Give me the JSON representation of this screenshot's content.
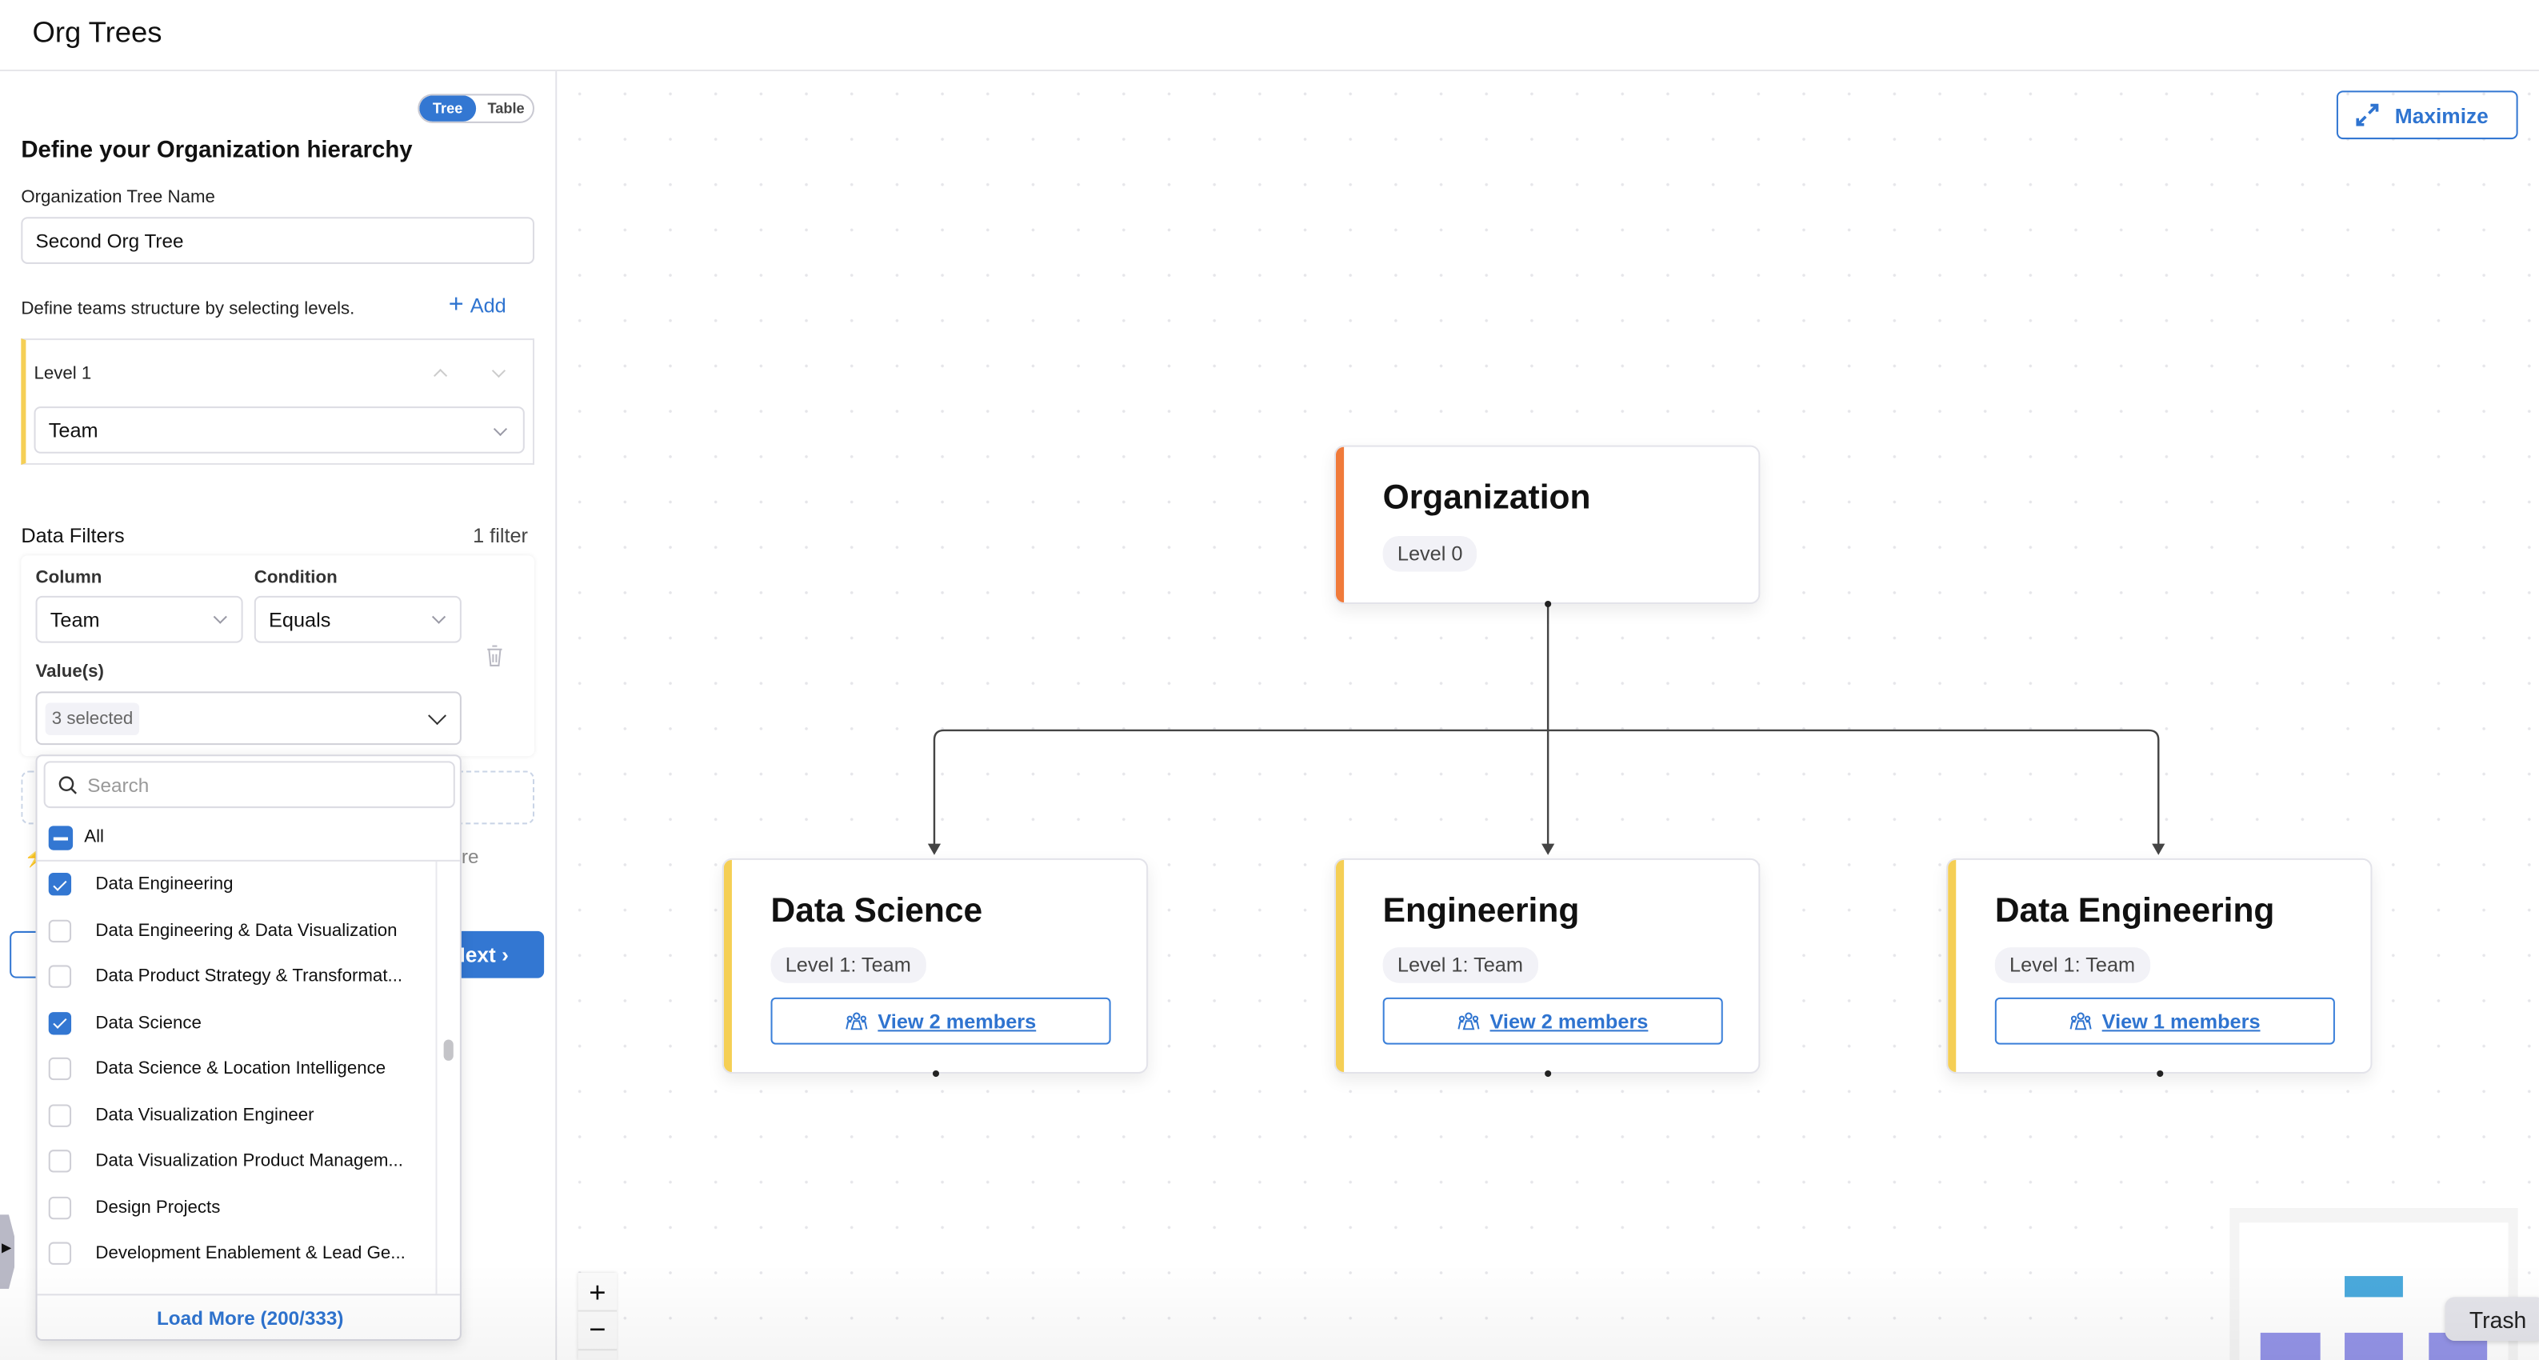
{
  "header": {
    "title": "Org Trees"
  },
  "panel": {
    "view_toggle": {
      "options": [
        "Tree",
        "Table"
      ],
      "selected": "Tree"
    },
    "heading": "Define your Organization hierarchy",
    "tree_name_label": "Organization Tree Name",
    "tree_name_value": "Second Org Tree",
    "levels_hint": "Define teams structure by selecting levels.",
    "add_label": "Add",
    "levels": [
      {
        "label": "Level 1",
        "value": "Team"
      }
    ],
    "filters_title": "Data Filters",
    "filters_count": "1 filter",
    "filter": {
      "column_label": "Column",
      "column_value": "Team",
      "condition_label": "Condition",
      "condition_value": "Equals",
      "values_label": "Value(s)",
      "values_summary": "3 selected"
    },
    "hint_partial": "re",
    "next_label": "Next"
  },
  "dropdown": {
    "search_placeholder": "Search",
    "all_label": "All",
    "items": [
      {
        "label": "Data Engineering",
        "checked": true
      },
      {
        "label": "Data Engineering & Data Visualization",
        "checked": false
      },
      {
        "label": "Data Product Strategy & Transformat...",
        "checked": false
      },
      {
        "label": "Data Science",
        "checked": true
      },
      {
        "label": "Data Science & Location Intelligence",
        "checked": false
      },
      {
        "label": "Data Visualization Engineer",
        "checked": false
      },
      {
        "label": "Data Visualization Product Managem...",
        "checked": false
      },
      {
        "label": "Design Projects",
        "checked": false
      },
      {
        "label": "Development Enablement & Lead Ge...",
        "checked": false
      }
    ],
    "load_more": "Load More (200/333)"
  },
  "canvas": {
    "maximize_label": "Maximize",
    "root": {
      "title": "Organization",
      "level": "Level 0",
      "color": "#f07a3a"
    },
    "children": [
      {
        "title": "Data Science",
        "level": "Level 1: Team",
        "members": "View 2 members",
        "color": "#f5cf55"
      },
      {
        "title": "Engineering",
        "level": "Level 1: Team",
        "members": "View 2 members",
        "color": "#f5cf55"
      },
      {
        "title": "Data Engineering",
        "level": "Level 1: Team",
        "members": "View 1 members",
        "color": "#f5cf55"
      }
    ],
    "zoom_in": "+",
    "zoom_out": "−",
    "tooltip": "Trash"
  },
  "colors": {
    "accent": "#3377d2",
    "minimap_root": "#4aa9dc",
    "minimap_child": "#9494e8"
  }
}
